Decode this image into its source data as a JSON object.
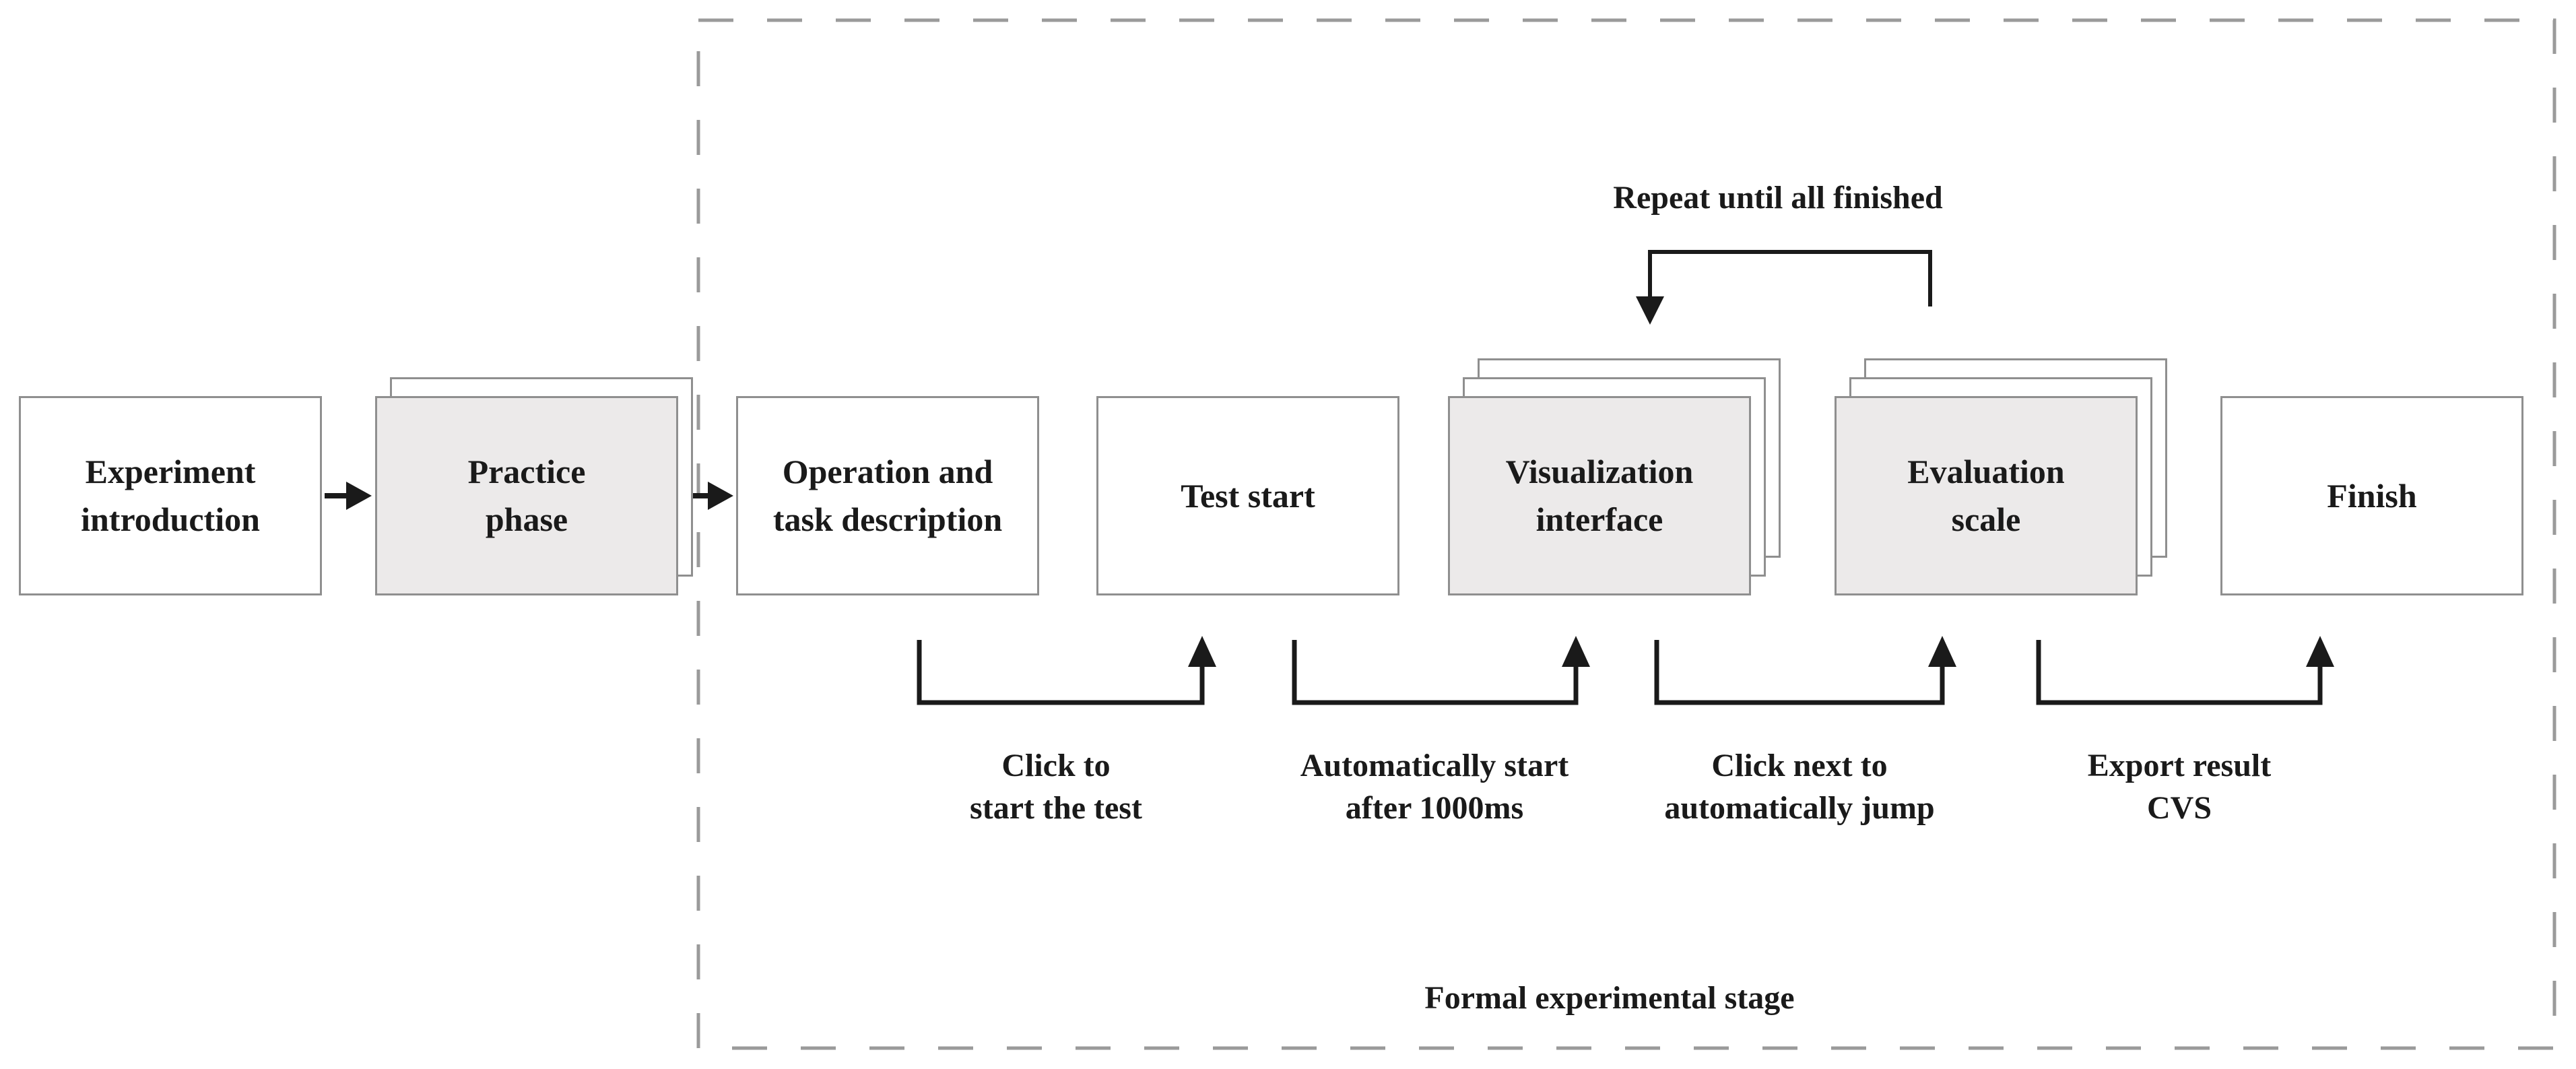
{
  "nodes": [
    {
      "id": "experiment-introduction",
      "label": "Experiment\nintroduction",
      "variant": "plain"
    },
    {
      "id": "practice-phase",
      "label": "Practice\nphase",
      "variant": "stacked-2"
    },
    {
      "id": "operation-and-task-description",
      "label": "Operation and\ntask description",
      "variant": "plain"
    },
    {
      "id": "test-start",
      "label": "Test start",
      "variant": "plain"
    },
    {
      "id": "visualization-interface",
      "label": "Visualization\ninterface",
      "variant": "stacked-3"
    },
    {
      "id": "evaluation-scale",
      "label": "Evaluation\nscale",
      "variant": "stacked-3"
    },
    {
      "id": "finish",
      "label": "Finish",
      "variant": "plain"
    }
  ],
  "flow_labels": [
    {
      "label": "Click to\nstart the test"
    },
    {
      "label": "Automatically start\nafter 1000ms"
    },
    {
      "label": "Click next to\nautomatically jump"
    },
    {
      "label": "Export result\nCVS"
    }
  ],
  "loop_label": "Repeat until all finished",
  "stage_label": "Formal experimental stage",
  "colors": {
    "line": "#1a1a1a",
    "text": "#1a1a1a",
    "box_border": "#8f8f8f",
    "box_fill": "#eceaea",
    "box_fill_white": "#ffffff",
    "dashed_border": "#9a9a9a",
    "background": "#ffffff"
  }
}
